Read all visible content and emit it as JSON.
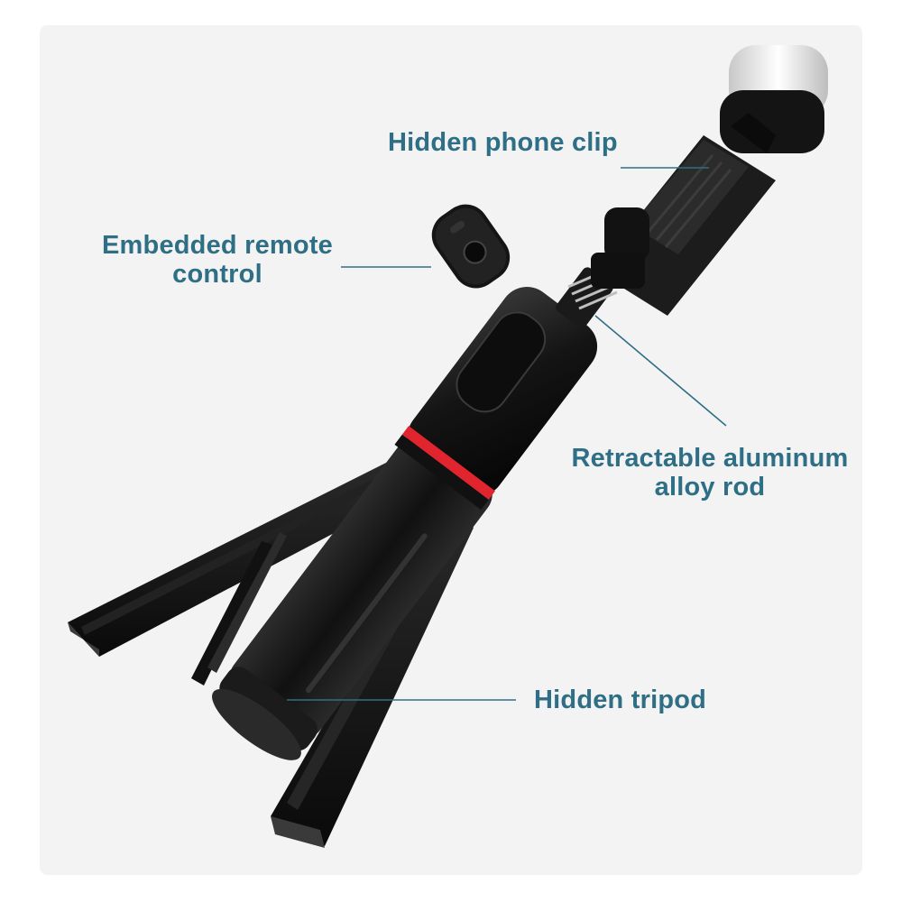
{
  "accent_color": "#2f6f86",
  "ring_color": "#e1252f",
  "product": {
    "name": "selfie-stick-tripod",
    "callouts": {
      "phone_clip": {
        "line1": "Hidden phone clip"
      },
      "remote": {
        "line1": "Embedded remote",
        "line2": "control"
      },
      "rod": {
        "line1": "Retractable aluminum",
        "line2": "alloy rod"
      },
      "tripod": {
        "line1": "Hidden tripod"
      }
    }
  }
}
